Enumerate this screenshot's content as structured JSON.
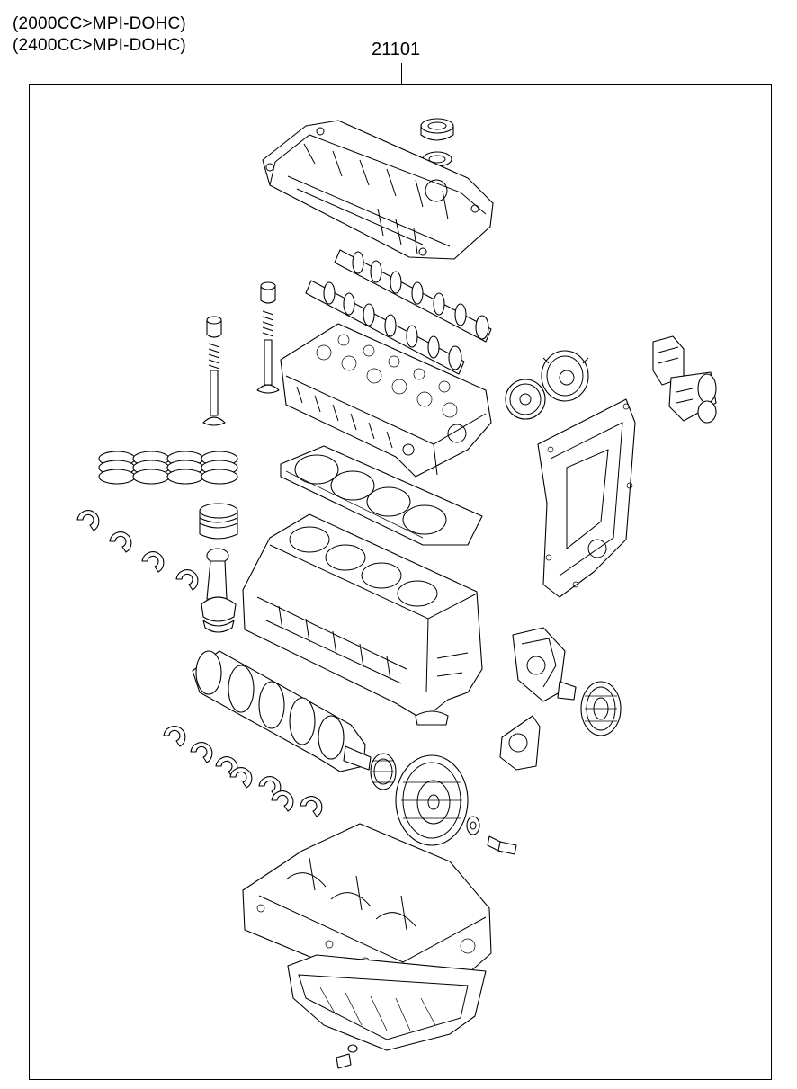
{
  "header": {
    "variants": [
      "(2000CC>MPI-DOHC)",
      "(2400CC>MPI-DOHC)"
    ],
    "part_number": "21101"
  },
  "diagram": {
    "assembly": "engine-sub-assembly-exploded-view",
    "parts": [
      "oil-filler-cap-icon",
      "rocker-cover-icon",
      "camshaft-icon",
      "valve-icon",
      "cylinder-head-icon",
      "cam-sprocket-icon",
      "cvvt-actuator-icon",
      "piston-ring-icon",
      "head-gasket-icon",
      "timing-cover-icon",
      "piston-icon",
      "connecting-rod-icon",
      "bearing-shell-icon",
      "cylinder-block-icon",
      "water-pump-icon",
      "pulley-icon",
      "crankshaft-icon",
      "crank-sprocket-icon",
      "damper-pulley-icon",
      "bolt-icon",
      "oil-pan-icon",
      "drain-plug-icon"
    ]
  }
}
